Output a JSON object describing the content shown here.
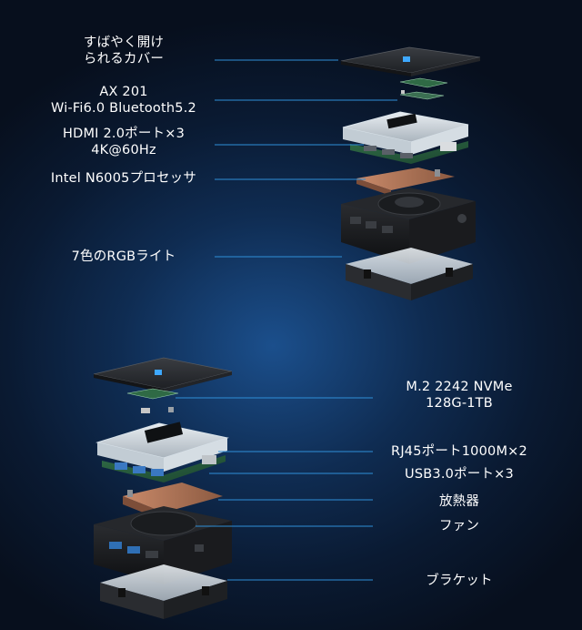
{
  "top_group": {
    "labels": [
      {
        "lines": [
          "すばやく開け",
          "られるカバー"
        ]
      },
      {
        "lines": [
          "AX 201",
          "Wi-Fi6.0 Bluetooth5.2"
        ]
      },
      {
        "lines": [
          "HDMI 2.0ポート×3",
          "4K@60Hz"
        ]
      },
      {
        "lines": [
          "Intel N6005プロセッサ"
        ]
      },
      {
        "lines": [
          "7色のRGBライト"
        ]
      }
    ]
  },
  "bottom_group": {
    "labels": [
      {
        "lines": [
          "M.2 2242 NVMe",
          "128G-1TB"
        ]
      },
      {
        "lines": [
          "RJ45ポート1000M×2"
        ]
      },
      {
        "lines": [
          "USB3.0ポート×3"
        ]
      },
      {
        "lines": [
          "放熱器"
        ]
      },
      {
        "lines": [
          "ファン"
        ]
      },
      {
        "lines": [
          "ブラケット"
        ]
      }
    ]
  },
  "colors": {
    "leader_line": "#2f8fd8",
    "text": "#ffffff",
    "glow": "#1b4f8c"
  }
}
